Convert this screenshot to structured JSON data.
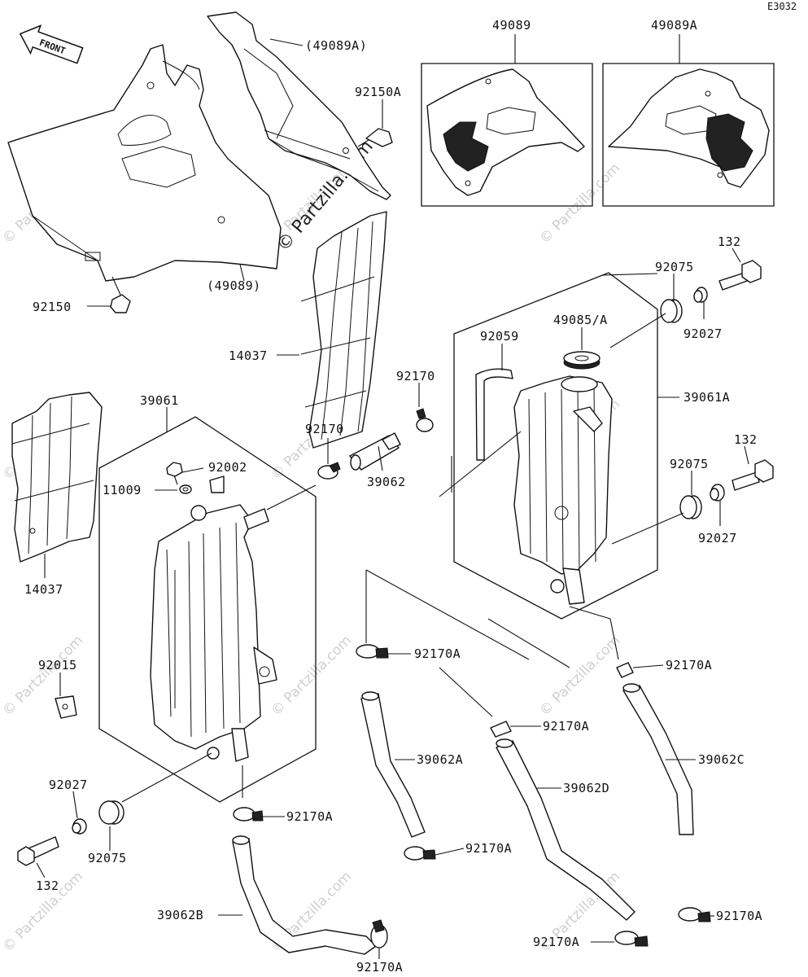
{
  "diagram_code": "E3032",
  "front_label": "FRONT",
  "watermark": "© Partzilla.com",
  "labels": {
    "p49089A_paren": "(49089A)",
    "p92150A": "92150A",
    "p49089_paren": "(49089)",
    "p92150": "92150",
    "p14037_top": "14037",
    "p49089_box": "49089",
    "p49089A_box": "49089A",
    "p132_top": "132",
    "p92075_top": "92075",
    "p92027_top": "92027",
    "p49085A": "49085/A",
    "p92059": "92059",
    "p39061A": "39061A",
    "p92170_a": "92170",
    "p92170_b": "92170",
    "p39062": "39062",
    "p39061": "39061",
    "p92002": "92002",
    "p11009": "11009",
    "p14037_left": "14037",
    "p132_mid": "132",
    "p92075_mid": "92075",
    "p92027_mid": "92027",
    "p92170A_1": "92170A",
    "p92170A_2": "92170A",
    "p92170A_3": "92170A",
    "p92015": "92015",
    "p39062A": "39062A",
    "p39062D": "39062D",
    "p39062C": "39062C",
    "p92027_bot": "92027",
    "p92075_bot": "92075",
    "p132_bot": "132",
    "p92170A_4": "92170A",
    "p92170A_5": "92170A",
    "p39062B": "39062B",
    "p92170A_6": "92170A",
    "p92170A_7": "92170A",
    "p92170A_8": "92170A"
  }
}
